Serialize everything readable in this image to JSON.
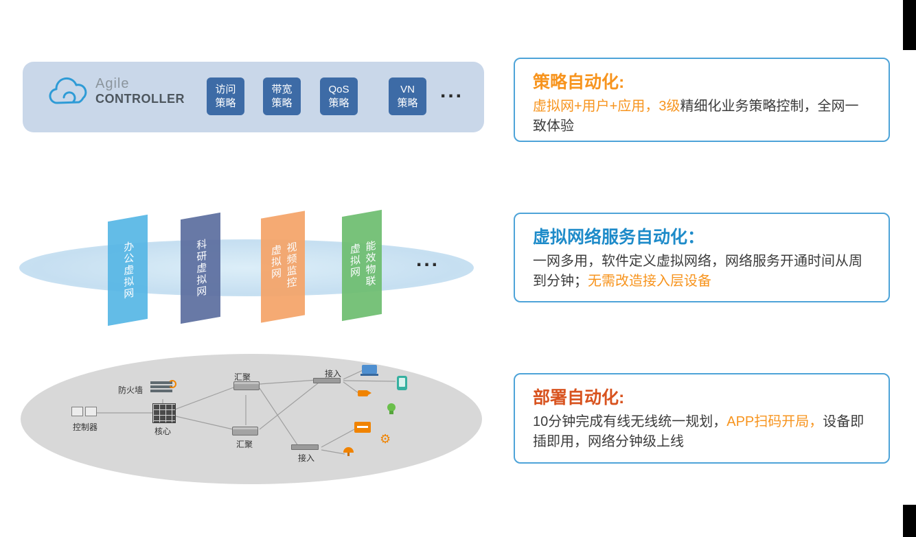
{
  "header_panel": {
    "brand_top": "Agile",
    "brand_bottom": "CONTROLLER",
    "panel_bg": "#c9d7e9",
    "tile_bg": "#3d6ba6",
    "policies": [
      {
        "line1": "访问",
        "line2": "策略"
      },
      {
        "line1": "带宽",
        "line2": "策略"
      },
      {
        "line1": "QoS",
        "line2": "策略"
      },
      {
        "line1": "VN",
        "line2": "策略"
      }
    ],
    "ellipsis": "..."
  },
  "vn_layer": {
    "planes": [
      {
        "label": "办公虚拟网",
        "color": "#58b7e6"
      },
      {
        "label": "科研虚拟网",
        "color": "#5d6fa0"
      },
      {
        "label": "视频监控\n虚拟网",
        "color": "#f5a469"
      },
      {
        "label": "能效物联\n虚拟网",
        "color": "#6ebe70"
      }
    ],
    "ellipsis": "..."
  },
  "topology": {
    "labels": {
      "controller": "控制器",
      "firewall": "防火墙",
      "core": "核心",
      "agg_top": "汇聚",
      "agg_bottom": "汇聚",
      "access_top": "接入",
      "access_bottom": "接入"
    }
  },
  "callouts": [
    {
      "title": "策略自动化:",
      "title_color": "#f7941e",
      "segments": [
        {
          "text": "虚拟网+用户+应用，3级",
          "color": "#f7941e"
        },
        {
          "text": "精细化业务策略控制，全网一致体验",
          "color": "#3c3c3c"
        }
      ]
    },
    {
      "title": "虚拟网络服务自动化：",
      "title_color": "#1e8bc9",
      "segments": [
        {
          "text": "一网多用，软件定义虚拟网络，网络服务开通时间从周到分钟；",
          "color": "#3c3c3c"
        },
        {
          "text": "无需改造接入层设备",
          "color": "#f7941e"
        }
      ]
    },
    {
      "title": "部署自动化:",
      "title_color": "#d8531f",
      "segments": [
        {
          "text": "10分钟完成有线无线统一规划，",
          "color": "#3c3c3c"
        },
        {
          "text": "APP扫码开局，",
          "color": "#f7941e"
        },
        {
          "text": "设备即插即用，网络分钟级上线",
          "color": "#3c3c3c"
        }
      ]
    }
  ],
  "accent_colors": {
    "callout_border": "#4da3d8"
  }
}
